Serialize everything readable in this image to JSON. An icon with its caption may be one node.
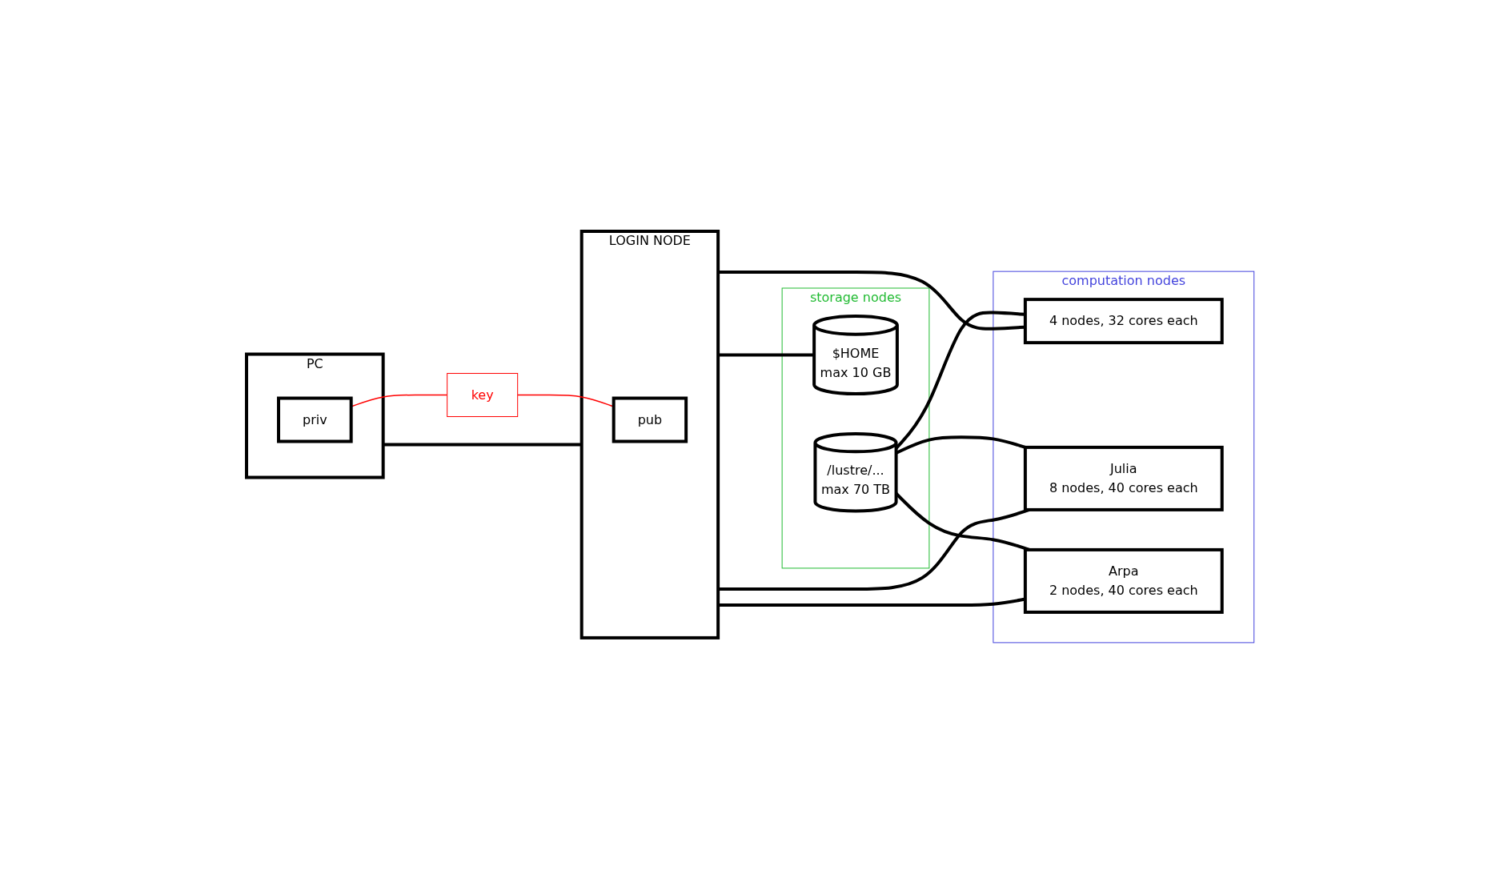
{
  "diagram": {
    "nodes": [
      {
        "text": [
          "PC"
        ]
      },
      {
        "text": [
          "priv"
        ],
        "in": 0
      },
      {
        "text": [
          "LOGIN NODE"
        ]
      },
      {
        "text": [
          "pub"
        ],
        "in": 2
      },
      {
        "text": [
          "key"
        ]
      },
      {
        "text": [
          "storage nodes"
        ]
      },
      {
        "text": [
          "$HOME",
          "max 10 GB"
        ],
        "in": 5
      },
      {
        "text": [
          "/lustre/...",
          "max 70 TB"
        ],
        "in": 5
      },
      {
        "text": [
          "computation nodes"
        ]
      },
      {
        "text": [
          "4 nodes, 32 cores each"
        ],
        "in": 8
      },
      {
        "text": [
          "Julia",
          "8 nodes, 40 cores each"
        ],
        "in": 8
      },
      {
        "text": [
          "Arpa",
          "2 nodes, 40 cores each"
        ],
        "in": 8
      }
    ],
    "edges": [
      {
        "from": 0,
        "to": 2,
        "arrow": "none"
      },
      {
        "from": 1,
        "to": 4,
        "arrow": "none",
        "color": "#ff0000"
      },
      {
        "from": 4,
        "to": 3,
        "arrow": "none",
        "color": "#ff0000"
      },
      {
        "from": 2,
        "to": 6,
        "arrow": "none"
      },
      {
        "from": 2,
        "to": 9,
        "arrow": "none"
      },
      {
        "from": 2,
        "to": 10,
        "arrow": "none"
      },
      {
        "from": 2,
        "to": 11,
        "arrow": "none"
      },
      {
        "from": 7,
        "to": 9,
        "arrow": "none"
      },
      {
        "from": 7,
        "to": 10,
        "arrow": "none"
      },
      {
        "from": 7,
        "to": 11,
        "arrow": "none"
      }
    ]
  }
}
